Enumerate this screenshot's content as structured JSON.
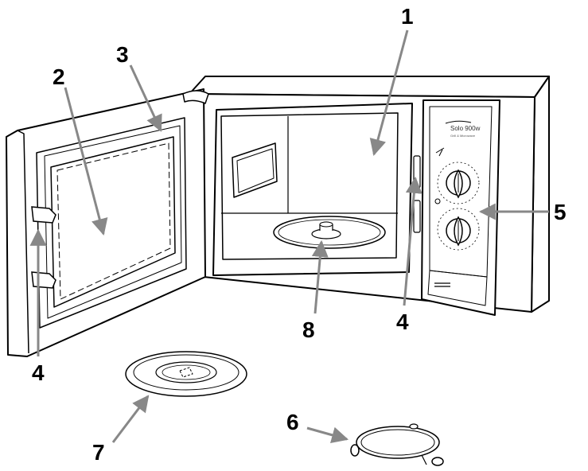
{
  "diagram": {
    "brand_label": "Solo 900w",
    "brand_sublabel": "Grill & Microwave",
    "callouts": [
      {
        "id": "1",
        "text": "1"
      },
      {
        "id": "2",
        "text": "2"
      },
      {
        "id": "3",
        "text": "3"
      },
      {
        "id": "4a",
        "text": "4"
      },
      {
        "id": "4b",
        "text": "4"
      },
      {
        "id": "5",
        "text": "5"
      },
      {
        "id": "6",
        "text": "6"
      },
      {
        "id": "7",
        "text": "7"
      },
      {
        "id": "8",
        "text": "8"
      }
    ]
  }
}
